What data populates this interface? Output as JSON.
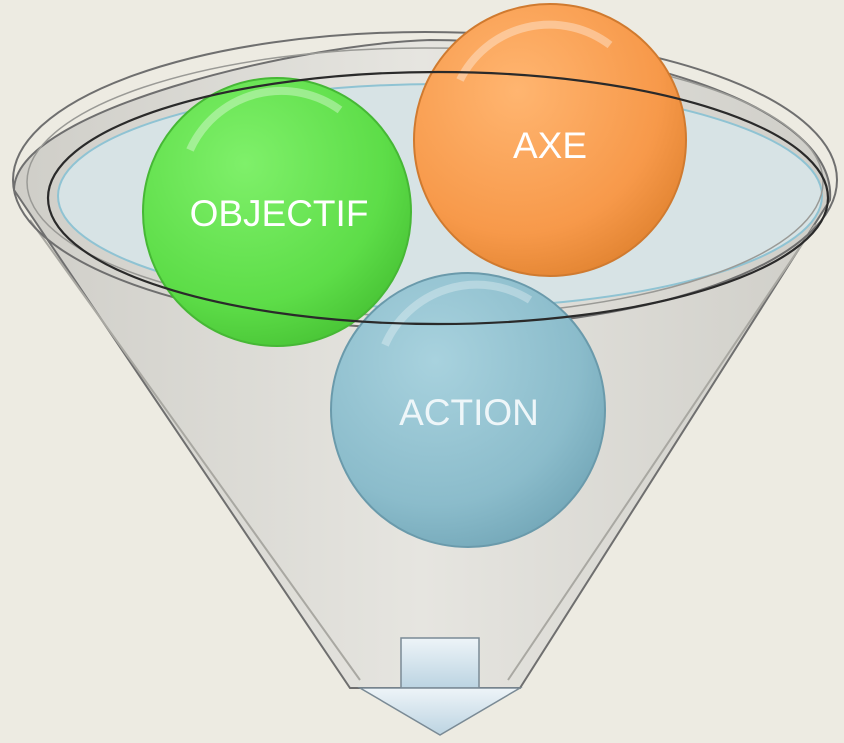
{
  "diagram": {
    "background_color": "#edebe2",
    "funnel": {
      "body_color": "#d9d8d2",
      "outline_color": "#6f6f6f",
      "rim_highlight_color": "#8fc3d3"
    },
    "output_arrow": {
      "icon": "down-arrow-icon",
      "color": "#c9dde8"
    },
    "circles": [
      {
        "id": "objectif",
        "label": "OBJECTIF",
        "color": "#5ddd48",
        "edge": "#46b835",
        "text_color": "#ffffff"
      },
      {
        "id": "axe",
        "label": "AXE",
        "color": "#f7994a",
        "edge": "#d07a2f",
        "text_color": "#ffffff"
      },
      {
        "id": "action",
        "label": "ACTION",
        "color": "#8bbccb",
        "edge": "#6a9aab",
        "text_color": "#eef6f9"
      }
    ]
  }
}
